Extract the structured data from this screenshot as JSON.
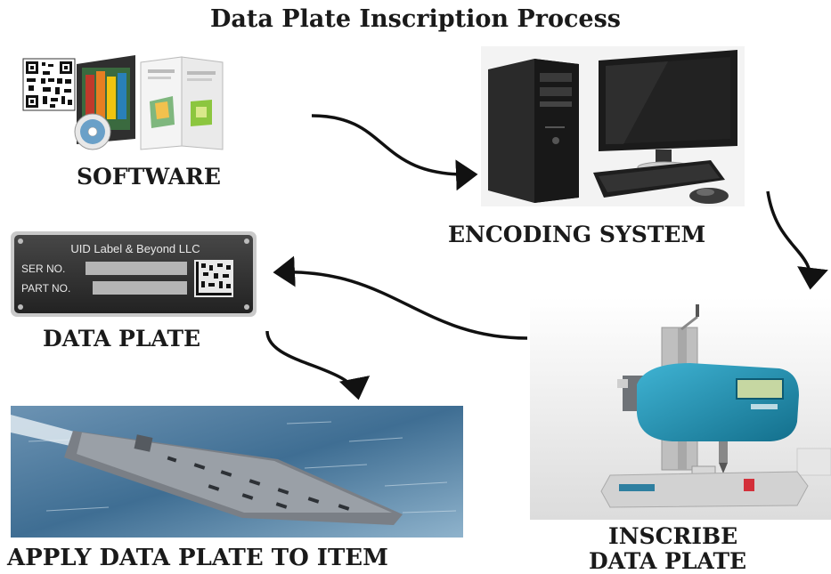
{
  "diagram": {
    "title": "Data Plate Inscription Process",
    "steps": [
      {
        "id": "software",
        "label": "SOFTWARE"
      },
      {
        "id": "encoding",
        "label": "ENCODING SYSTEM"
      },
      {
        "id": "inscribe",
        "label_line1": "INSCRIBE",
        "label_line2": "DATA PLATE"
      },
      {
        "id": "plate",
        "label": "DATA PLATE"
      },
      {
        "id": "apply",
        "label": "APPLY DATA PLATE TO ITEM"
      }
    ],
    "plate_text": {
      "company": "UID Label & Beyond LLC",
      "ser_no": "SER NO.",
      "part_no": "PART NO."
    },
    "colors": {
      "arrow": "#111111",
      "machine_blue": "#1d8fb0",
      "sea": "#3f6e93"
    }
  }
}
